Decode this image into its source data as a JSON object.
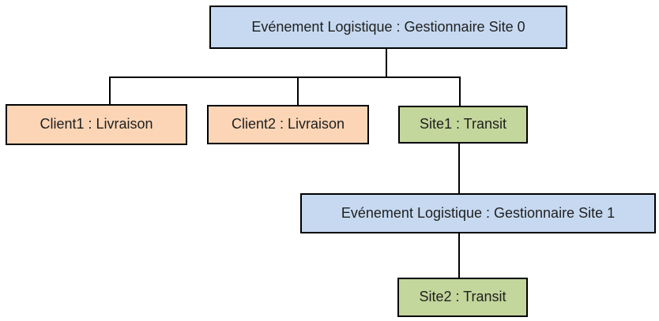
{
  "diagram": {
    "type": "tree",
    "background": "#ffffff",
    "line_color": "#000000",
    "border_color": "#000000",
    "text_color": "#1f1f1f",
    "nodes": [
      {
        "id": "gestionnaire-site-0",
        "label": "Evénement Logistique : Gestionnaire Site 0",
        "role": "manager",
        "fill": "#c6d9f0"
      },
      {
        "id": "client1",
        "label": "Client1 : Livraison",
        "role": "client",
        "fill": "#fbd5b5"
      },
      {
        "id": "client2",
        "label": "Client2 : Livraison",
        "role": "client",
        "fill": "#fbd5b5"
      },
      {
        "id": "site1",
        "label": "Site1 : Transit",
        "role": "site",
        "fill": "#c3d69b"
      },
      {
        "id": "gestionnaire-site-1",
        "label": "Evénement Logistique : Gestionnaire Site 1",
        "role": "manager",
        "fill": "#c6d9f0"
      },
      {
        "id": "site2",
        "label": "Site2 : Transit",
        "role": "site",
        "fill": "#c3d69b"
      }
    ],
    "edges": [
      {
        "from": "gestionnaire-site-0",
        "to": "client1"
      },
      {
        "from": "gestionnaire-site-0",
        "to": "client2"
      },
      {
        "from": "gestionnaire-site-0",
        "to": "site1"
      },
      {
        "from": "site1",
        "to": "gestionnaire-site-1"
      },
      {
        "from": "gestionnaire-site-1",
        "to": "site2"
      }
    ]
  }
}
